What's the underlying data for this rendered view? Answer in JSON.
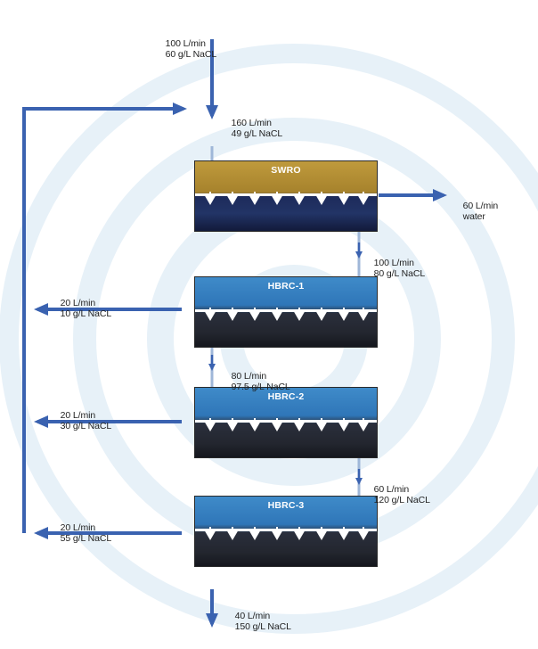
{
  "colors": {
    "flow_arrow": "#3a62b0",
    "swro_top": "#bf9a3c",
    "swro_bottom": "#1d2a5a",
    "hbrc_top": "#3f8bc9",
    "hbrc_bottom": "#1a1d25",
    "membrane": "#ffffff"
  },
  "units": {
    "swro": "SWRO",
    "hbrc1": "HBRC-1",
    "hbrc2": "HBRC-2",
    "hbrc3": "HBRC-3"
  },
  "streams": {
    "feed": {
      "flow": "100 L/min",
      "conc": "60 g/L NaCL"
    },
    "swro_feed": {
      "flow": "160 L/min",
      "conc": "49 g/L NaCL"
    },
    "swro_permeate": {
      "flow": "60 L/min",
      "conc": "water"
    },
    "swro_brine": {
      "flow": "100 L/min",
      "conc": "80 g/L NaCL"
    },
    "hbrc1_recycle": {
      "flow": "20 L/min",
      "conc": "10 g/L NaCL"
    },
    "hbrc1_brine": {
      "flow": "80 L/min",
      "conc": "97.5 g/L NaCL"
    },
    "hbrc2_recycle": {
      "flow": "20 L/min",
      "conc": "30 g/L NaCL"
    },
    "hbrc2_brine": {
      "flow": "60 L/min",
      "conc": "120 g/L NaCL"
    },
    "hbrc3_recycle": {
      "flow": "20 L/min",
      "conc": "55 g/L NaCL"
    },
    "final_brine": {
      "flow": "40 L/min",
      "conc": "150 g/L NaCL"
    }
  }
}
